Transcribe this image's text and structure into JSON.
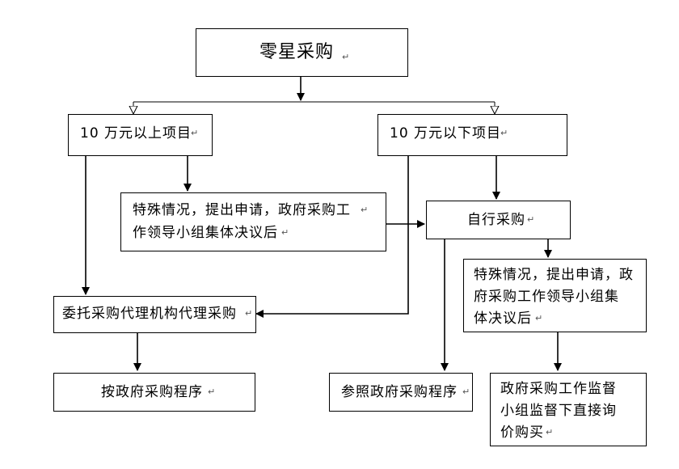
{
  "diagram": {
    "title": "零星采购",
    "above_10w": "10 万元以上项目",
    "below_10w": "10 万元以下项目",
    "special_case_left": [
      "特殊情况，提出申请，政府采购工",
      "作领导小组集体决议后"
    ],
    "self_purchase": "自行采购",
    "special_case_right": [
      "特殊情况，提出申请，政",
      "府采购工作领导小组集",
      "体决议后"
    ],
    "entrust_agency": "委托采购代理机构代理采购",
    "gov_procedure": "按政府采购程序",
    "ref_gov_procedure": "参照政府采购程序",
    "supervision_inquiry": [
      "政府采购工作监督",
      "小组监督下直接询",
      "价购买"
    ],
    "return_mark": "↵"
  }
}
